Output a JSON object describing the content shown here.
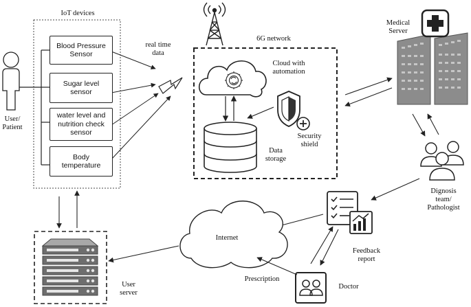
{
  "iot": {
    "title": "IoT  devices",
    "devices": [
      {
        "line1": "Blood Pressure",
        "line2": "Sensor",
        "line3": ""
      },
      {
        "line1": "Sugar level",
        "line2": "sensor",
        "line3": ""
      },
      {
        "line1": "water level and",
        "line2": "nutrition check",
        "line3": "sensor"
      },
      {
        "line1": "Body",
        "line2": "temperature",
        "line3": ""
      }
    ]
  },
  "patient": {
    "line1": "User/",
    "line2": "Patient"
  },
  "realtime": {
    "line1": "real time",
    "line2": "data"
  },
  "network": {
    "title": "6G network"
  },
  "cloud": {
    "line1": "Cloud with",
    "line2": "automation"
  },
  "storage": {
    "line1": "Data",
    "line2": "storage"
  },
  "shield": {
    "line1": "Security",
    "line2": "shield"
  },
  "medical": {
    "line1": "Medical",
    "line2": "Server"
  },
  "diagnosis": {
    "line1": "Dignosis",
    "line2": "team/",
    "line3": "Pathologist"
  },
  "internet": {
    "label": "Internet"
  },
  "feedback": {
    "line1": "Feedback",
    "line2": "report"
  },
  "doctor": {
    "label": "Doctor"
  },
  "prescription": {
    "label": "Prescription"
  },
  "user_server": {
    "line1": "User",
    "line2": "server"
  },
  "colors": {
    "line": "#222222",
    "building": "#8c8c8c",
    "server": "#6e6e6e",
    "server_top": "#a8a8a8"
  }
}
